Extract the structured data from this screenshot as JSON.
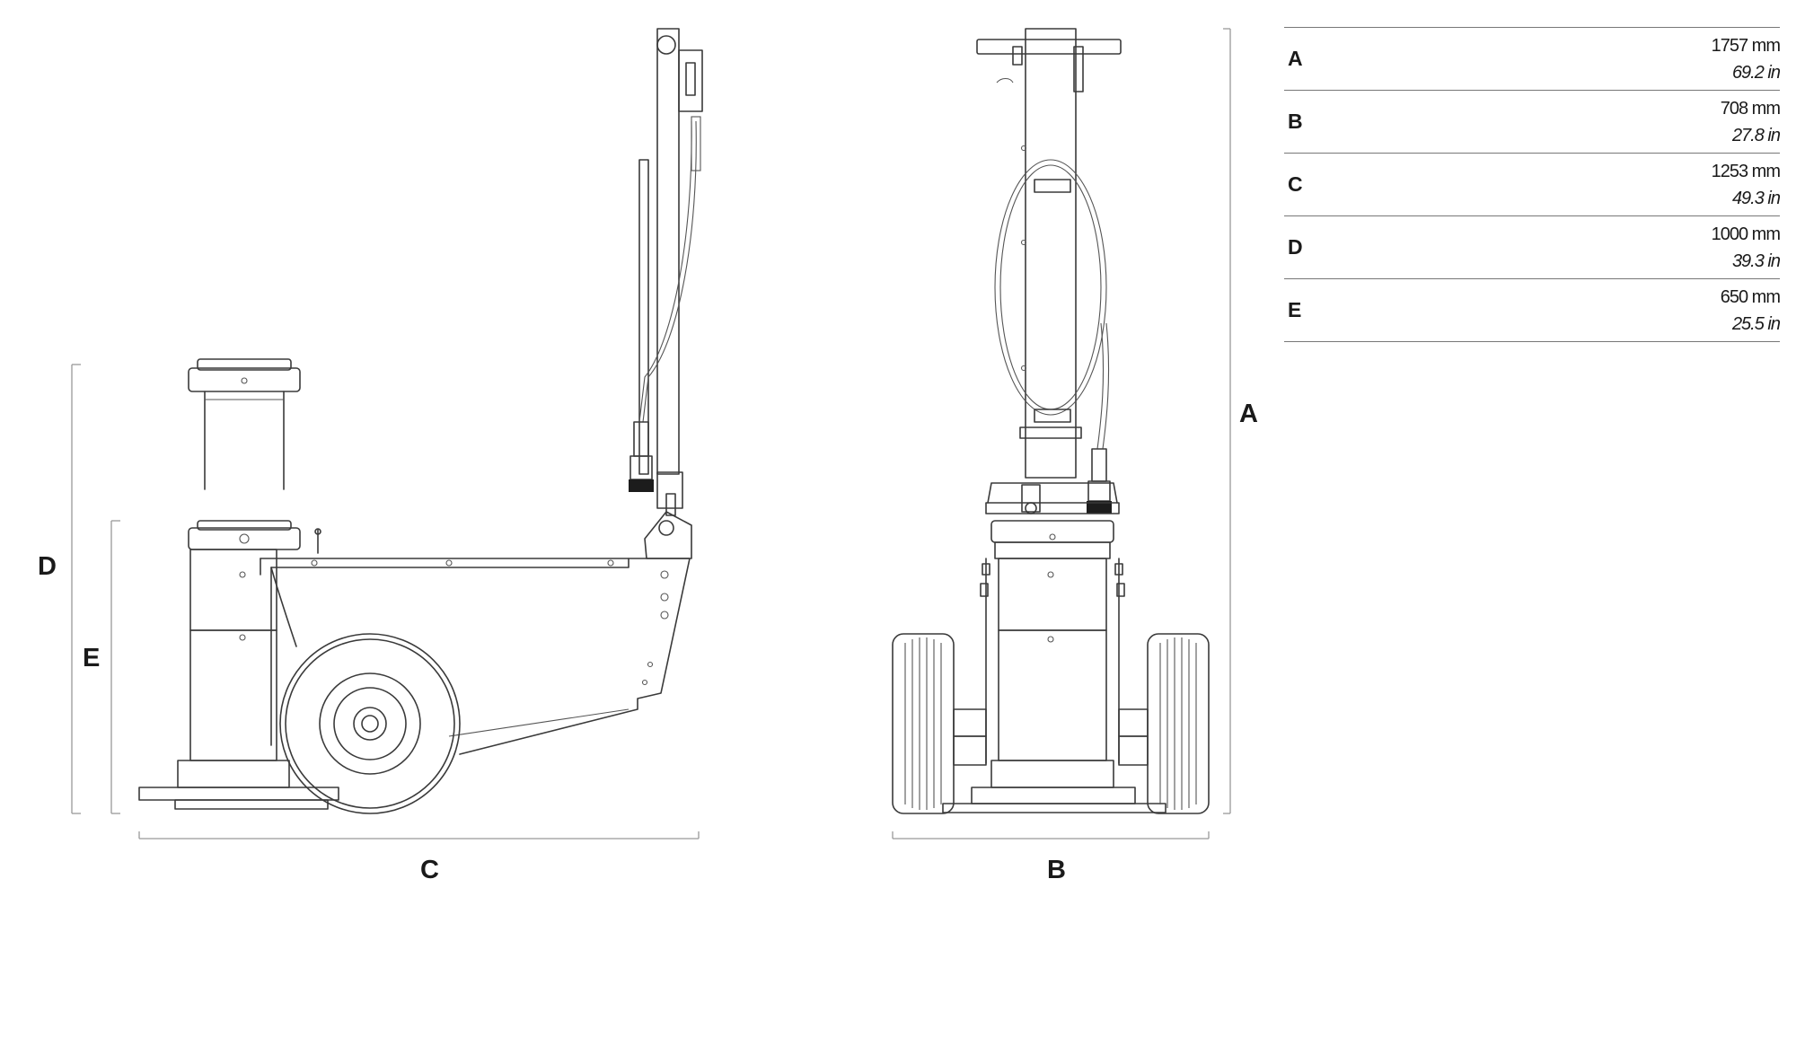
{
  "diagram": {
    "dimension_labels": {
      "A": "A",
      "B": "B",
      "C": "C",
      "D": "D",
      "E": "E"
    }
  },
  "spec_table": {
    "rows": [
      {
        "letter": "A",
        "mm": "1757 mm",
        "in": "69.2 in"
      },
      {
        "letter": "B",
        "mm": "708 mm",
        "in": "27.8 in"
      },
      {
        "letter": "C",
        "mm": "1253 mm",
        "in": "49.3 in"
      },
      {
        "letter": "D",
        "mm": "1000 mm",
        "in": "39.3 in"
      },
      {
        "letter": "E",
        "mm": "650 mm",
        "in": "25.5 in"
      }
    ]
  }
}
